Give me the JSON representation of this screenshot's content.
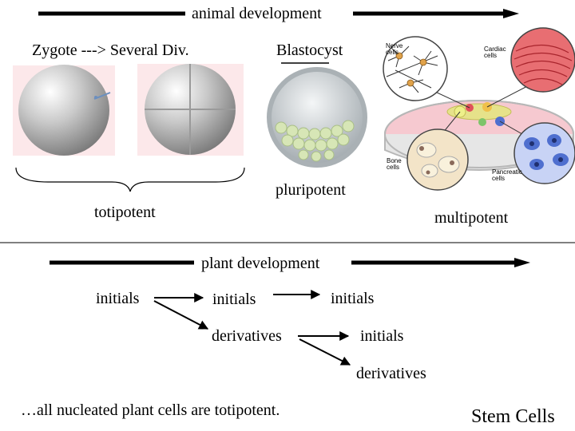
{
  "animal": {
    "heading": "animal development",
    "stage_zygote": "Zygote ---> Several Div.",
    "stage_blastocyst": "Blastocyst",
    "label_totipotent": "totipotent",
    "label_pluripotent": "pluripotent",
    "label_multipotent": "multipotent",
    "cells": {
      "nerve": "Nerve cells",
      "cardiac": "Cardiac cells",
      "bone": "Bone cells",
      "pancreatic": "Pancreatic cells"
    }
  },
  "plant": {
    "heading": "plant development",
    "node_initials_1": "initials",
    "node_initials_2": "initials",
    "node_initials_3": "initials",
    "node_derivatives_1": "derivatives",
    "node_initials_4": "initials",
    "node_derivatives_2": "derivatives",
    "note": "…all nucleated plant cells are totipotent."
  },
  "footer": {
    "title": "Stem Cells"
  },
  "colors": {
    "arrow": "#000000",
    "pink_bg": "#fce8ea",
    "sphere": "#bdbdbd",
    "dish_pink": "#f6c9d0",
    "cardiac": "#e0515a",
    "pancreatic": "#4f6fcf",
    "bone_yellow": "#e9c87f"
  }
}
